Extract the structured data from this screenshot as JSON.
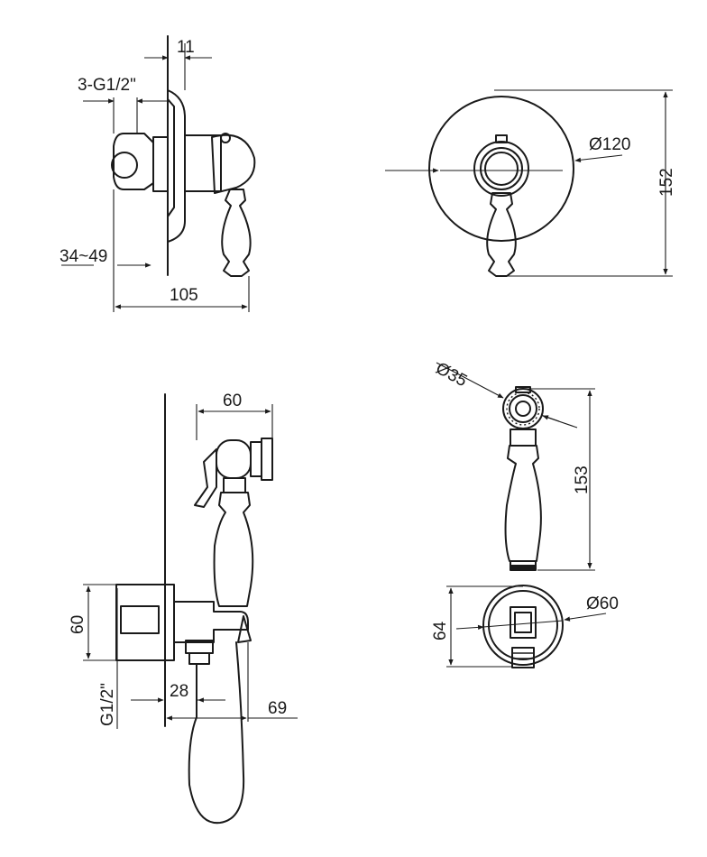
{
  "views": {
    "side_view": {
      "dim_top": "11",
      "dim_thread": "3-G1/2\"",
      "dim_depth": "34~49",
      "dim_total": "105"
    },
    "front_view": {
      "dim_diameter": "Ø120",
      "dim_height": "152"
    },
    "holder_side_view": {
      "dim_top": "60",
      "dim_left": "60",
      "dim_thread": "G1/2\"",
      "dim_a": "28",
      "dim_b": "69"
    },
    "handshower_view": {
      "dim_head": "Ø35",
      "dim_length": "153"
    },
    "holder_front_view": {
      "dim_diameter": "Ø60",
      "dim_height": "64"
    }
  }
}
